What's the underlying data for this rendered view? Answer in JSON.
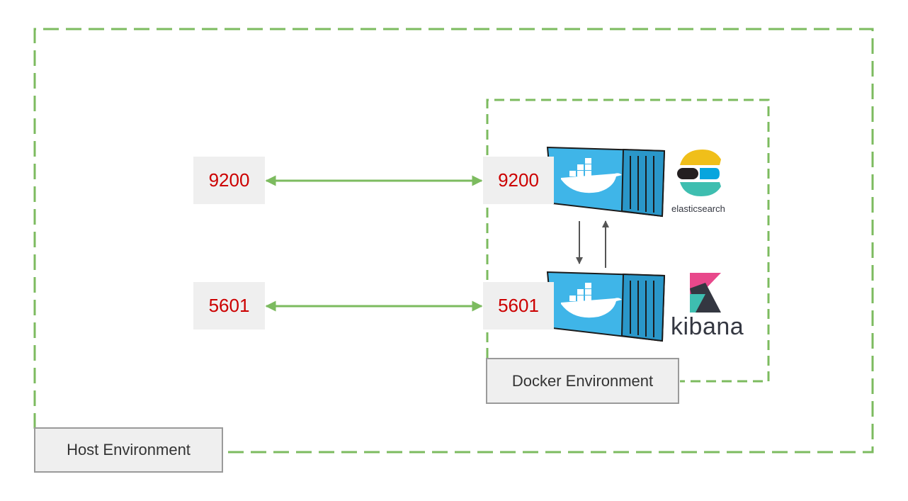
{
  "host": {
    "label": "Host Environment",
    "port_9200": "9200",
    "port_5601": "5601"
  },
  "docker": {
    "label": "Docker Environment",
    "port_9200": "9200",
    "port_5601": "5601"
  },
  "services": {
    "elasticsearch": "elasticsearch",
    "kibana": "kibana"
  },
  "colors": {
    "border_dash": "#7cbb5f",
    "link_arrow": "#7cbb5f",
    "internal_arrow": "#555555",
    "port_text": "#cc0000",
    "container": "#3fb5e8"
  },
  "icons": [
    "docker-container-icon",
    "docker-whale-icon",
    "elasticsearch-logo-icon",
    "kibana-logo-icon"
  ]
}
